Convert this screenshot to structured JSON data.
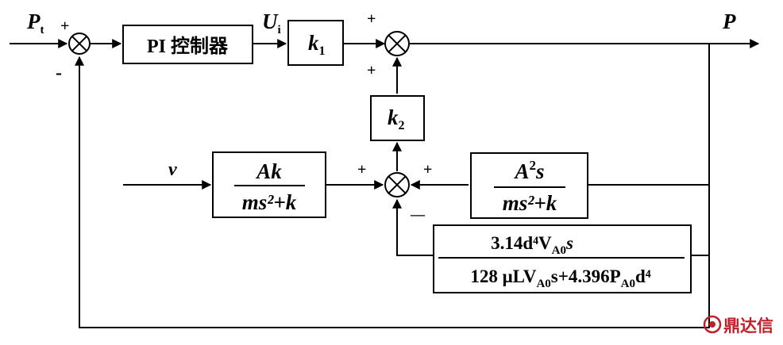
{
  "signals": {
    "input": "P",
    "input_sub": "t",
    "output": "P",
    "control": "U",
    "control_sub": "i",
    "disturbance": "v"
  },
  "blocks": {
    "pi": "PI 控制器",
    "k1": "k",
    "k1_sub": "1",
    "k2": "k",
    "k2_sub": "2",
    "g_v_num": "Ak",
    "g_v_den": "ms²+k",
    "g_p_num_a": "A",
    "g_p_num_exp": "2",
    "g_p_num_s": "s",
    "g_p_den": "ms²+k",
    "leak_num": "3.14d⁴V",
    "leak_num_sub": "A0",
    "leak_num_s": "s",
    "leak_den_a": "128 μLV",
    "leak_den_sub1": "A0",
    "leak_den_b": "s+4.396P",
    "leak_den_sub2": "A0",
    "leak_den_c": "d⁴"
  },
  "signs": {
    "sum1_top": "+",
    "sum1_bottom": "-",
    "sum2_top": "+",
    "sum2_bottom": "+",
    "sum3_left": "+",
    "sum3_right": "+",
    "sum3_bottom": "—"
  },
  "watermark": "鼎达信"
}
